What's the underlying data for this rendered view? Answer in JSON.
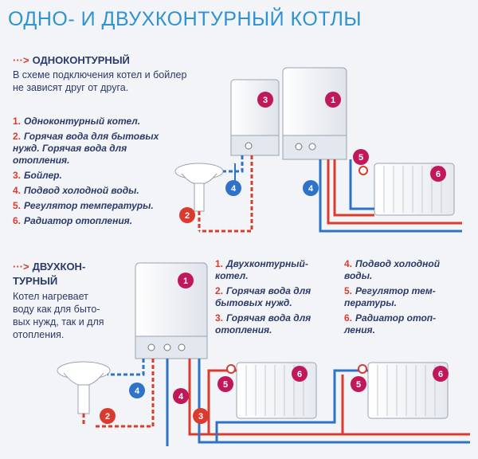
{
  "title": "ОДНО- И ДВУХКОНТУРНЫЙ КОТЛЫ",
  "single": {
    "head": "ОДНОКОНТУРНЫЙ",
    "desc1": "В схеме подключения котел и бойлер",
    "desc2": "не зависят друг от друга.",
    "items": [
      {
        "n": "1.",
        "t1": "Одноконтурный котел.",
        "t2": ""
      },
      {
        "n": "2.",
        "t1": "Горячая вода для бытовых",
        "t2": "нужд. Горячая вода для отопления."
      },
      {
        "n": "3.",
        "t1": "Бойлер.",
        "t2": ""
      },
      {
        "n": "4.",
        "t1": "Подвод холодной воды.",
        "t2": ""
      },
      {
        "n": "5.",
        "t1": "Регулятор температуры.",
        "t2": ""
      },
      {
        "n": "6.",
        "t1": "Радиатор отопления.",
        "t2": ""
      }
    ]
  },
  "double": {
    "head1": "ДВУХКОН-",
    "head2": "ТУРНЫЙ",
    "desc": [
      "Котел нагревает",
      "воду как для быто-",
      "вых нужд, так и для",
      "отопления."
    ],
    "col1": [
      {
        "n": "1.",
        "l1": "Двухконтурный-",
        "l2": "котел."
      },
      {
        "n": "2.",
        "l1": "Горячая вода для",
        "l2": "бытовых нужд."
      },
      {
        "n": "3.",
        "l1": "Горячая вода для",
        "l2": "отопления."
      }
    ],
    "col2": [
      {
        "n": "4.",
        "l1": "Подвод холодной",
        "l2": "воды."
      },
      {
        "n": "5.",
        "l1": "Регулятор тем-",
        "l2": "пературы."
      },
      {
        "n": "6.",
        "l1": "Радиатор отоп-",
        "l2": "ления."
      }
    ]
  },
  "arrow_glyph": "···>",
  "badges": {
    "b1": "1",
    "b2": "2",
    "b3": "3",
    "b4": "4",
    "b5": "5",
    "b6": "6"
  },
  "colors": {
    "title": "#2e93d1",
    "text": "#2b3a67",
    "accent": "#d93b2e",
    "hot": "#d93b2e",
    "cold": "#2e73c8",
    "badge": "#c0185a"
  }
}
